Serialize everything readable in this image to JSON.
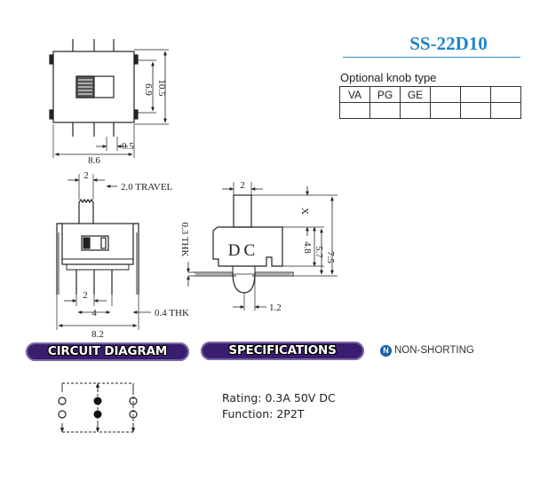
{
  "model": "SS-22D10",
  "knob_table": {
    "caption": "Optional knob type",
    "options": [
      "VA",
      "PG",
      "GE",
      "",
      "",
      ""
    ]
  },
  "dimensions": {
    "top_height_inner": "6.9",
    "top_height_outer": "10.5",
    "top_pin_pitch": "0.5",
    "top_width": "8.6",
    "knob_width": "2",
    "travel": "2.0 TRAVEL",
    "pin_pitch_center": "2",
    "pin_span": "4",
    "front_width": "8.2",
    "pin_thickness": "0.4 THK",
    "side_knob_width": "2",
    "side_knob_height": "X",
    "plate_thickness": "0.3 THK",
    "body_height": "4.8",
    "mid_height": "5.7",
    "total_height": "7.5",
    "leg_width": "1.2",
    "body_text": "DC"
  },
  "sections": {
    "circuit": "CIRCUIT DIAGRAM",
    "specs": "SPECIFICATIONS"
  },
  "non_shorting": {
    "icon_letter": "N",
    "label": "NON-SHORTING"
  },
  "specs": {
    "rating": "Rating: 0.3A 50V DC",
    "function": "Function: 2P2T"
  },
  "colors": {
    "title_blue": "#1e86c8",
    "pill_purple": "#3a1d6e",
    "icon_blue": "#1a5fa8"
  }
}
